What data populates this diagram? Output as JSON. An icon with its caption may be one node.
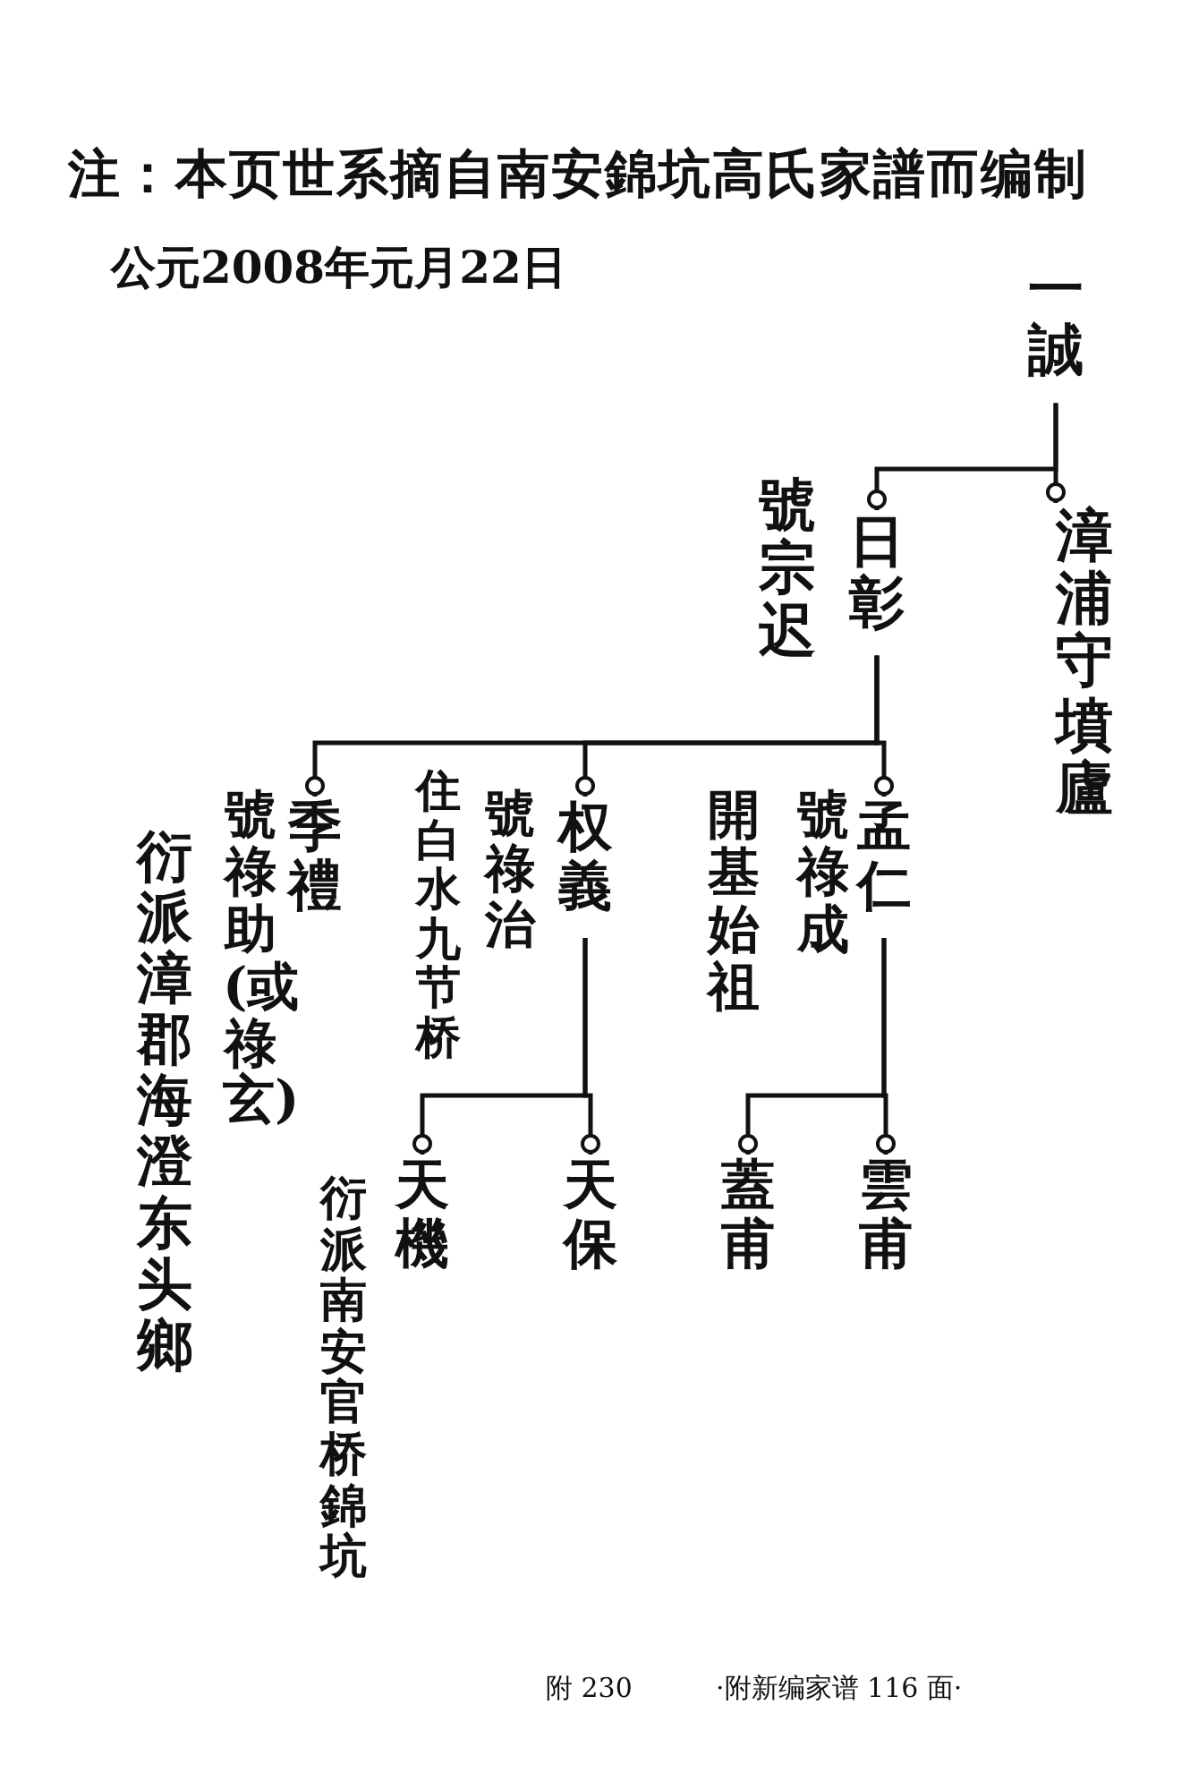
{
  "diagram": {
    "title": "注：本页世系摘自南安錦坑高氏家譜而编制",
    "nodes": [
      {
        "text": [
          "一誠"
        ]
      },
      {
        "text": [
          "日彰"
        ],
        "beside": [
          "號宗迟"
        ]
      },
      {
        "text": [
          "漳浦守墳廬"
        ]
      },
      {
        "text": [
          "孟仁"
        ],
        "beside": [
          "號祿成",
          "開基始祖"
        ]
      },
      {
        "text": [
          "权義"
        ],
        "beside": [
          "號祿治",
          "住白水九节桥"
        ]
      },
      {
        "text": [
          "季禮"
        ],
        "beside": [
          "號祿助(或祿玄)",
          "衍派漳郡海澄东头鄉"
        ]
      },
      {
        "text": [
          "天保"
        ]
      },
      {
        "text": [
          "天機"
        ],
        "beside": [
          "衍派南安官桥錦坑"
        ]
      },
      {
        "text": [
          "雲甫"
        ]
      },
      {
        "text": [
          "蓋甫"
        ]
      }
    ],
    "edges": [
      {
        "from": 0,
        "to": 2,
        "arrow": "other"
      },
      {
        "from": 0,
        "to": 1,
        "arrow": "other"
      },
      {
        "from": 1,
        "to": 3,
        "arrow": "other"
      },
      {
        "from": 1,
        "to": 4,
        "arrow": "other"
      },
      {
        "from": 1,
        "to": 5,
        "arrow": "other"
      },
      {
        "from": 4,
        "to": 6,
        "arrow": "other"
      },
      {
        "from": 4,
        "to": 7,
        "arrow": "other"
      },
      {
        "from": 3,
        "to": 8,
        "arrow": "other"
      },
      {
        "from": 3,
        "to": 9,
        "arrow": "other"
      }
    ],
    "labels": [
      "公元2008年元月22日",
      "附 230",
      "·附新编家谱 116 面·"
    ]
  }
}
